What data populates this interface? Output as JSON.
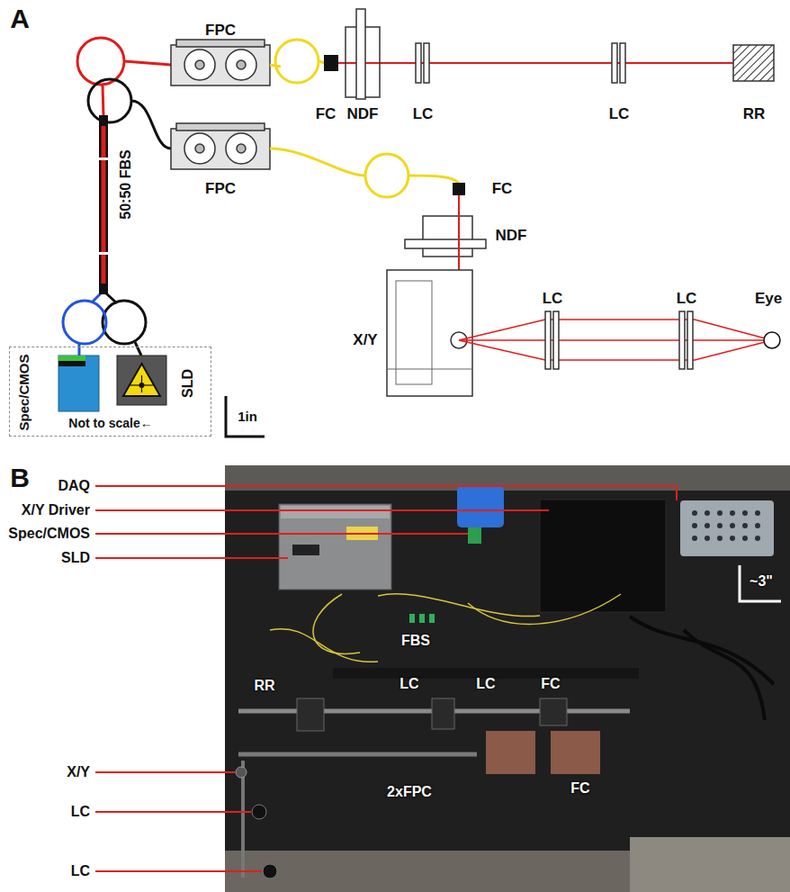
{
  "diagram": {
    "nodes": [
      {
        "text": [
          "Spec/CMOS",
          "SLD",
          "Not to scale←"
        ]
      }
    ],
    "labels": [
      "A",
      "FPC",
      "FPC",
      "50:50 FBS",
      "FC",
      "NDF",
      "LC",
      "LC",
      "RR",
      "FC",
      "NDF",
      "X/Y",
      "LC",
      "LC",
      "Eye",
      "1in",
      "B",
      "DAQ",
      "X/Y Driver",
      "Spec/CMOS",
      "SLD",
      "FBS",
      "RR",
      "LC",
      "LC",
      "FC",
      "X/Y",
      "LC",
      "LC",
      "2xFPC",
      "FC",
      "~3\""
    ]
  }
}
